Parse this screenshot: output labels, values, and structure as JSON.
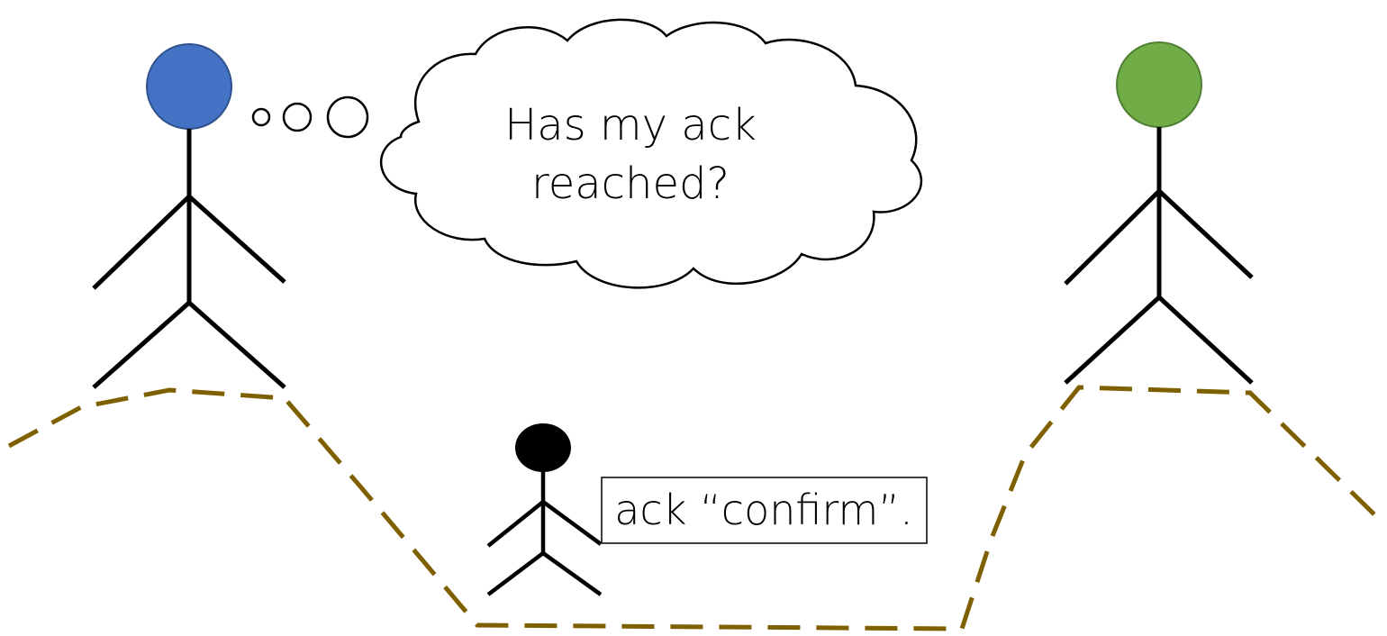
{
  "thought": {
    "line1": "Has my ack",
    "line2": "reached?"
  },
  "message": {
    "label": "ack “confirm”."
  },
  "colors": {
    "left_head": "#4472c4",
    "right_head": "#70ad47",
    "messenger_head": "#000000",
    "terrain": "#7f6000",
    "stroke": "#000000"
  }
}
